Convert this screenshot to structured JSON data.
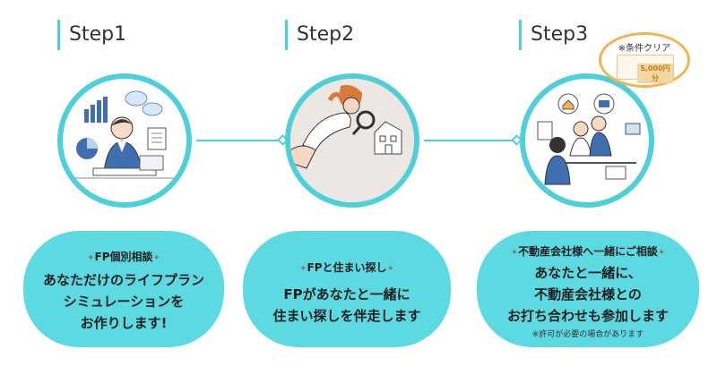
{
  "steps": [
    {
      "label": "Step1",
      "title": "FP個別相談",
      "body": [
        "あなただけのライフプラン",
        "シミュレーションを",
        "お作りします!"
      ]
    },
    {
      "label": "Step2",
      "title": "FPと住まい探し",
      "body": [
        "FPがあなたと一緒に",
        "住まい探しを伴走します"
      ]
    },
    {
      "label": "Step3",
      "title": "不動産会社様へ一緒にご相談",
      "body": [
        "あなたと一緒に、",
        "不動産会社様との",
        "お打ち合わせも参加します"
      ],
      "note": "※許可が必要の場合があります"
    }
  ],
  "bonus": {
    "title": "※条件クリア",
    "amount": "5,000円分"
  },
  "colors": {
    "accent": "#4fd0d8",
    "pill": "#5cd9e1",
    "bonus_border": "#f2b451"
  }
}
